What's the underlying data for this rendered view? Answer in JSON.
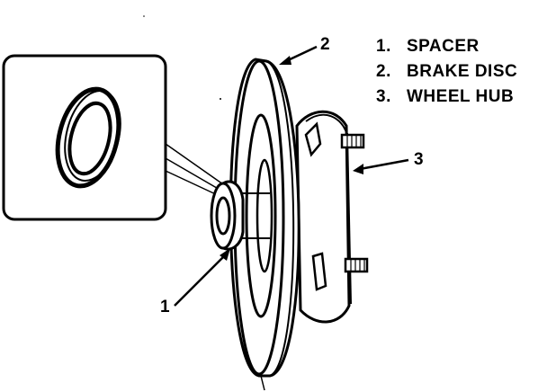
{
  "legend": {
    "items": [
      {
        "number": "1.",
        "label": "SPACER"
      },
      {
        "number": "2.",
        "label": "BRAKE DISC"
      },
      {
        "number": "3.",
        "label": "WHEEL HUB"
      }
    ]
  },
  "callouts": {
    "spacer": "1",
    "brake_disc": "2",
    "wheel_hub": "3"
  },
  "colors": {
    "ink": "#000000",
    "paper": "#ffffff"
  }
}
